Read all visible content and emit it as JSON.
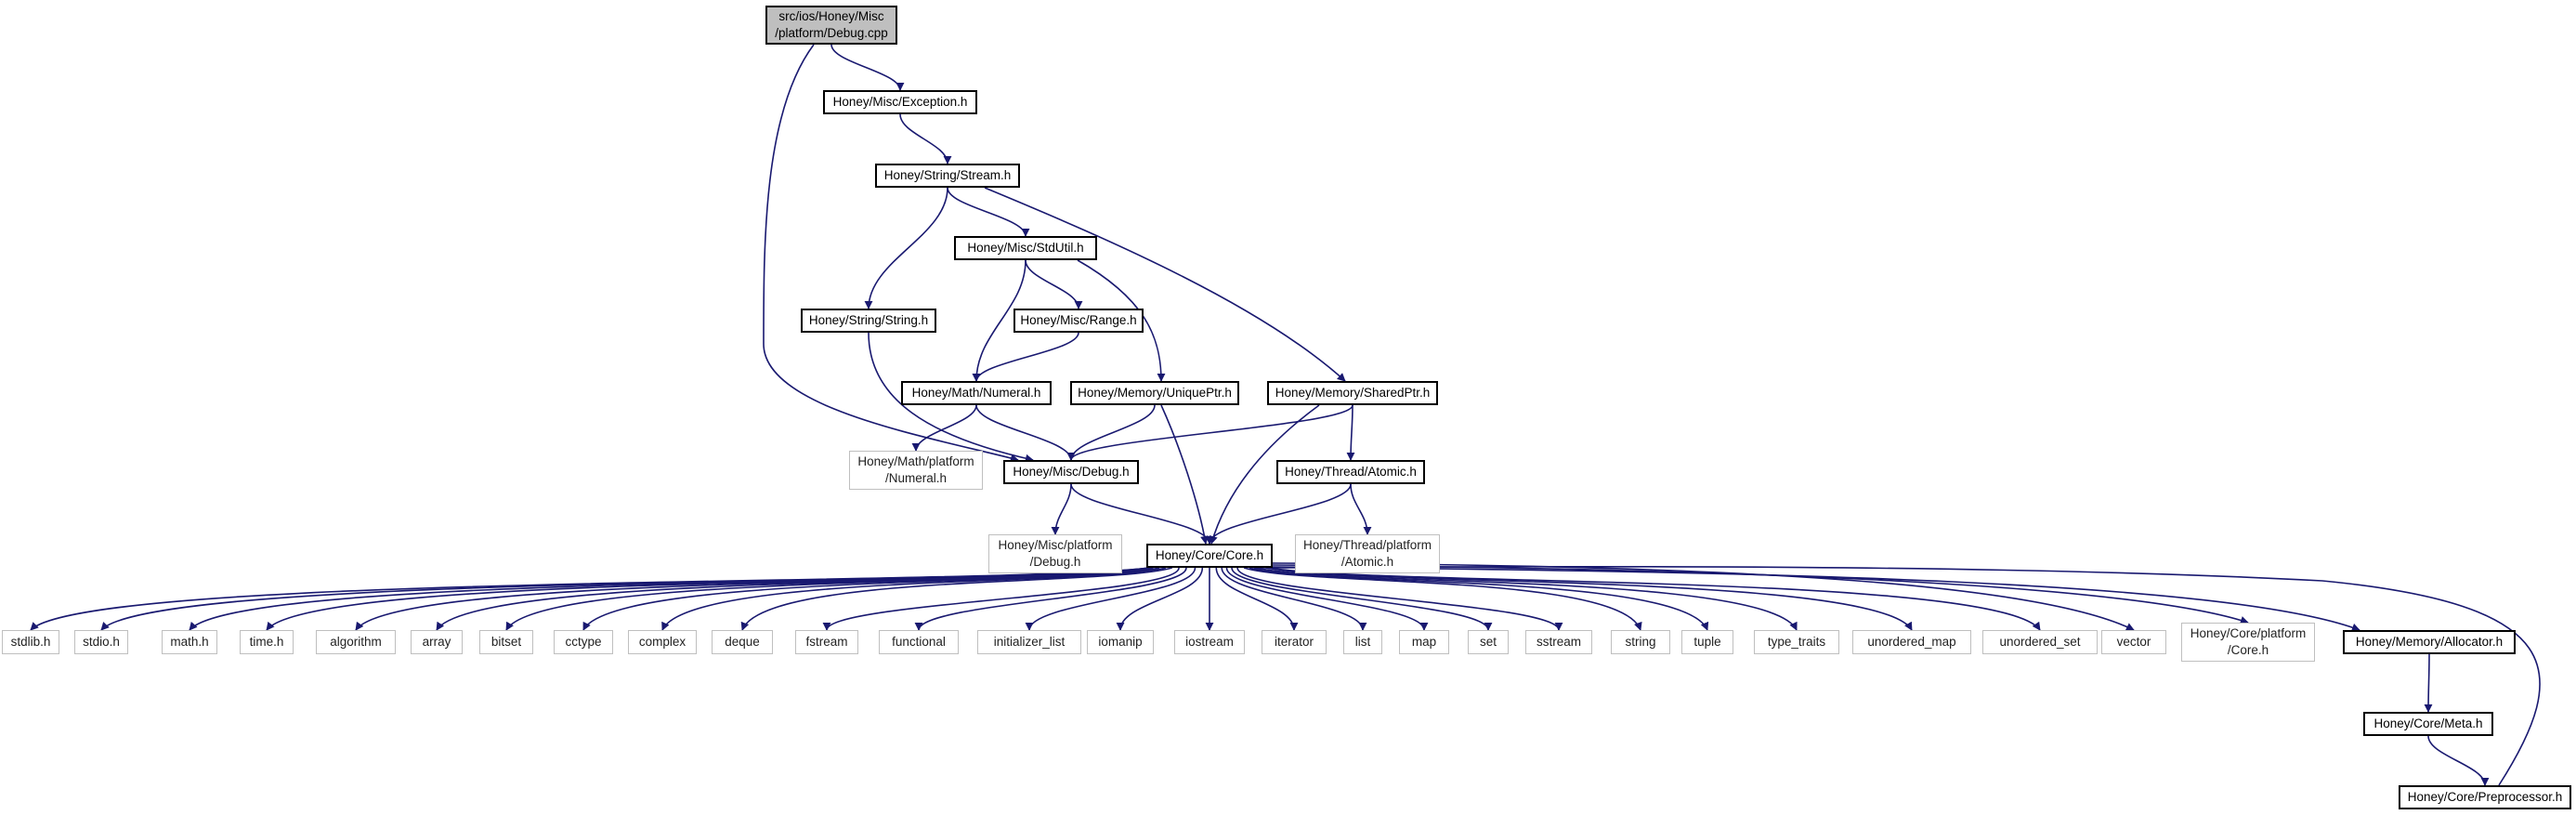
{
  "graph": {
    "edge_color": "#191970",
    "root_fill": "#bfbfbf",
    "external_border": "#bfbfbf",
    "nodes": [
      {
        "id": "root",
        "label": "src/ios/Honey/Misc\n/platform/Debug.cpp",
        "kind": "root"
      },
      {
        "id": "exception",
        "label": "Honey/Misc/Exception.h",
        "kind": "documented"
      },
      {
        "id": "stream",
        "label": "Honey/String/Stream.h",
        "kind": "documented"
      },
      {
        "id": "stdutil",
        "label": "Honey/Misc/StdUtil.h",
        "kind": "documented"
      },
      {
        "id": "string_h",
        "label": "Honey/String/String.h",
        "kind": "documented"
      },
      {
        "id": "range",
        "label": "Honey/Misc/Range.h",
        "kind": "documented"
      },
      {
        "id": "numeral",
        "label": "Honey/Math/Numeral.h",
        "kind": "documented"
      },
      {
        "id": "uniqueptr",
        "label": "Honey/Memory/UniquePtr.h",
        "kind": "documented"
      },
      {
        "id": "sharedptr",
        "label": "Honey/Memory/SharedPtr.h",
        "kind": "documented"
      },
      {
        "id": "numeral_plat",
        "label": "Honey/Math/platform\n/Numeral.h",
        "kind": "external"
      },
      {
        "id": "debug_h",
        "label": "Honey/Misc/Debug.h",
        "kind": "documented"
      },
      {
        "id": "atomic",
        "label": "Honey/Thread/Atomic.h",
        "kind": "documented"
      },
      {
        "id": "debug_plat",
        "label": "Honey/Misc/platform\n/Debug.h",
        "kind": "external"
      },
      {
        "id": "core",
        "label": "Honey/Core/Core.h",
        "kind": "documented"
      },
      {
        "id": "atomic_plat",
        "label": "Honey/Thread/platform\n/Atomic.h",
        "kind": "external"
      },
      {
        "id": "stdlib",
        "label": "stdlib.h",
        "kind": "external"
      },
      {
        "id": "stdio",
        "label": "stdio.h",
        "kind": "external"
      },
      {
        "id": "math",
        "label": "math.h",
        "kind": "external"
      },
      {
        "id": "time",
        "label": "time.h",
        "kind": "external"
      },
      {
        "id": "algorithm",
        "label": "algorithm",
        "kind": "external"
      },
      {
        "id": "array",
        "label": "array",
        "kind": "external"
      },
      {
        "id": "bitset",
        "label": "bitset",
        "kind": "external"
      },
      {
        "id": "cctype",
        "label": "cctype",
        "kind": "external"
      },
      {
        "id": "complex",
        "label": "complex",
        "kind": "external"
      },
      {
        "id": "deque",
        "label": "deque",
        "kind": "external"
      },
      {
        "id": "fstream",
        "label": "fstream",
        "kind": "external"
      },
      {
        "id": "functional",
        "label": "functional",
        "kind": "external"
      },
      {
        "id": "initializer_list",
        "label": "initializer_list",
        "kind": "external"
      },
      {
        "id": "iomanip",
        "label": "iomanip",
        "kind": "external"
      },
      {
        "id": "iostream",
        "label": "iostream",
        "kind": "external"
      },
      {
        "id": "iterator",
        "label": "iterator",
        "kind": "external"
      },
      {
        "id": "list",
        "label": "list",
        "kind": "external"
      },
      {
        "id": "map",
        "label": "map",
        "kind": "external"
      },
      {
        "id": "set",
        "label": "set",
        "kind": "external"
      },
      {
        "id": "sstream",
        "label": "sstream",
        "kind": "external"
      },
      {
        "id": "string",
        "label": "string",
        "kind": "external"
      },
      {
        "id": "tuple",
        "label": "tuple",
        "kind": "external"
      },
      {
        "id": "type_traits",
        "label": "type_traits",
        "kind": "external"
      },
      {
        "id": "unordered_map",
        "label": "unordered_map",
        "kind": "external"
      },
      {
        "id": "unordered_set",
        "label": "unordered_set",
        "kind": "external"
      },
      {
        "id": "vector",
        "label": "vector",
        "kind": "external"
      },
      {
        "id": "core_plat",
        "label": "Honey/Core/platform\n/Core.h",
        "kind": "external"
      },
      {
        "id": "allocator",
        "label": "Honey/Memory/Allocator.h",
        "kind": "documented"
      },
      {
        "id": "meta",
        "label": "Honey/Core/Meta.h",
        "kind": "documented"
      },
      {
        "id": "preprocessor",
        "label": "Honey/Core/Preprocessor.h",
        "kind": "documented"
      }
    ],
    "edges": [
      [
        "root",
        "exception"
      ],
      [
        "root",
        "debug_h"
      ],
      [
        "exception",
        "stream"
      ],
      [
        "stream",
        "stdutil"
      ],
      [
        "stream",
        "string_h"
      ],
      [
        "stream",
        "sharedptr"
      ],
      [
        "stdutil",
        "range"
      ],
      [
        "stdutil",
        "numeral"
      ],
      [
        "stdutil",
        "uniqueptr"
      ],
      [
        "string_h",
        "debug_h"
      ],
      [
        "range",
        "numeral"
      ],
      [
        "numeral",
        "numeral_plat"
      ],
      [
        "numeral",
        "debug_h"
      ],
      [
        "uniqueptr",
        "debug_h"
      ],
      [
        "uniqueptr",
        "core"
      ],
      [
        "sharedptr",
        "debug_h"
      ],
      [
        "sharedptr",
        "core"
      ],
      [
        "sharedptr",
        "atomic"
      ],
      [
        "debug_h",
        "debug_plat"
      ],
      [
        "debug_h",
        "core"
      ],
      [
        "atomic",
        "core"
      ],
      [
        "atomic",
        "atomic_plat"
      ],
      [
        "core",
        "stdlib"
      ],
      [
        "core",
        "stdio"
      ],
      [
        "core",
        "math"
      ],
      [
        "core",
        "time"
      ],
      [
        "core",
        "algorithm"
      ],
      [
        "core",
        "array"
      ],
      [
        "core",
        "bitset"
      ],
      [
        "core",
        "cctype"
      ],
      [
        "core",
        "complex"
      ],
      [
        "core",
        "deque"
      ],
      [
        "core",
        "fstream"
      ],
      [
        "core",
        "functional"
      ],
      [
        "core",
        "initializer_list"
      ],
      [
        "core",
        "iomanip"
      ],
      [
        "core",
        "iostream"
      ],
      [
        "core",
        "iterator"
      ],
      [
        "core",
        "list"
      ],
      [
        "core",
        "map"
      ],
      [
        "core",
        "set"
      ],
      [
        "core",
        "sstream"
      ],
      [
        "core",
        "string"
      ],
      [
        "core",
        "tuple"
      ],
      [
        "core",
        "type_traits"
      ],
      [
        "core",
        "unordered_map"
      ],
      [
        "core",
        "unordered_set"
      ],
      [
        "core",
        "vector"
      ],
      [
        "core",
        "core_plat"
      ],
      [
        "core",
        "allocator"
      ],
      [
        "allocator",
        "meta"
      ],
      [
        "meta",
        "preprocessor"
      ],
      [
        "preprocessor",
        "core"
      ]
    ]
  }
}
